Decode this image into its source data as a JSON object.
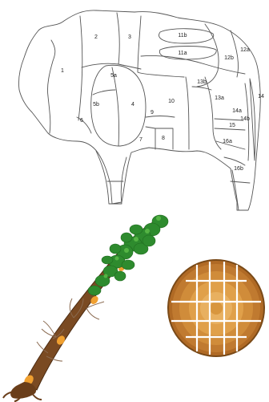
{
  "diagram": {
    "cut_labels": [
      {
        "id": "1",
        "text": "1"
      },
      {
        "id": "2",
        "text": "2"
      },
      {
        "id": "3",
        "text": "3"
      },
      {
        "id": "4",
        "text": "4"
      },
      {
        "id": "5a",
        "text": "5a"
      },
      {
        "id": "5b",
        "text": "5b"
      },
      {
        "id": "6",
        "text": "6"
      },
      {
        "id": "7",
        "text": "7"
      },
      {
        "id": "8",
        "text": "8"
      },
      {
        "id": "9",
        "text": "9"
      },
      {
        "id": "10",
        "text": "10"
      },
      {
        "id": "11a",
        "text": "11a"
      },
      {
        "id": "11b",
        "text": "11b"
      },
      {
        "id": "12a",
        "text": "12a"
      },
      {
        "id": "12b",
        "text": "12b"
      },
      {
        "id": "13a",
        "text": "13a"
      },
      {
        "id": "13b",
        "text": "13b"
      },
      {
        "id": "14",
        "text": "14"
      },
      {
        "id": "14a",
        "text": "14a"
      },
      {
        "id": "14b",
        "text": "14b"
      },
      {
        "id": "15",
        "text": "15"
      },
      {
        "id": "16a",
        "text": "16a"
      },
      {
        "id": "16b",
        "text": "16b"
      }
    ]
  },
  "colors": {
    "outline": "#555555",
    "foliage": "#2e8b2e",
    "trunk": "#7a4a22",
    "trunk_band": "#f0a030",
    "wood_outer": "#b06a25",
    "wood_inner": "#e0a04a"
  },
  "icons": [
    "beef-cuts-diagram",
    "felled-tree-icon",
    "log-cross-section-icon"
  ]
}
